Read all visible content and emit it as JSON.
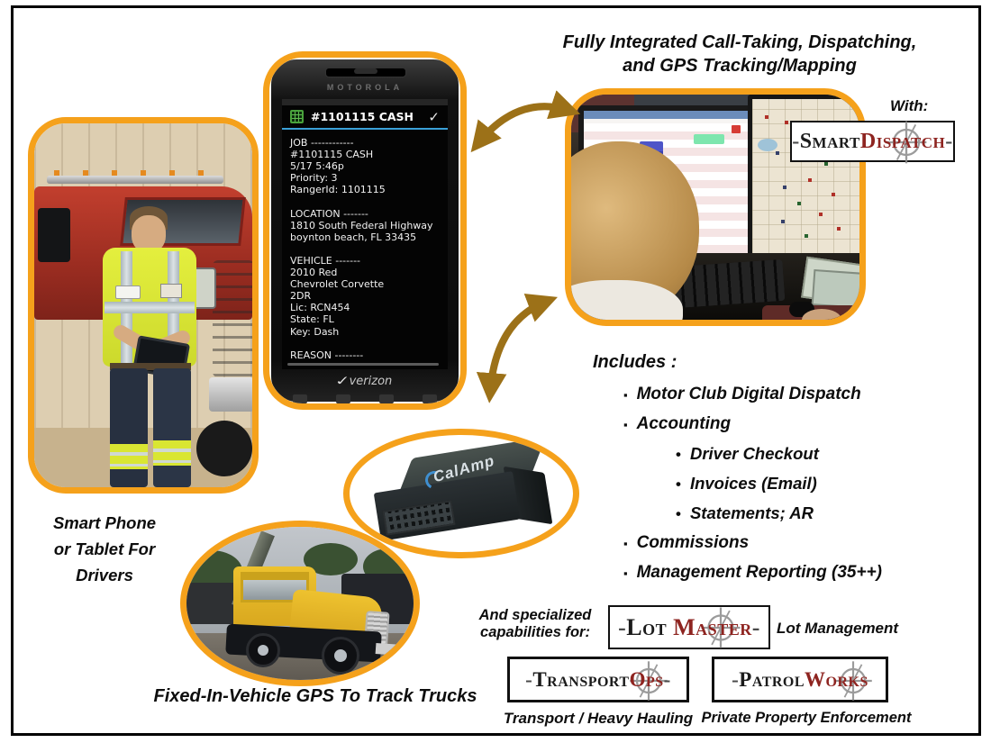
{
  "colors": {
    "accent_orange": "#F5A11B",
    "arrow_gold": "#9C7118",
    "logo_red": "#8E2420",
    "frame_black": "#000000",
    "phone_link_blue": "#3aa0d8"
  },
  "header": {
    "line1": "Fully Integrated Call-Taking, Dispatching,",
    "line2": "and GPS Tracking/Mapping"
  },
  "with_label": "With:",
  "smartdispatch_logo": {
    "prefix": "-",
    "word1": "Smart",
    "word2": "Dispatch",
    "suffix": "-"
  },
  "phone": {
    "brand": "MOTOROLA",
    "title_bar": {
      "title": "#1101115 CASH",
      "check_icon": "✓"
    },
    "screen_lines": [
      "JOB ------------",
      "#1101115 CASH",
      "5/17 5:46p",
      "Priority: 3",
      "RangerId: 1101115",
      "",
      "LOCATION -------",
      "1810 South Federal Highway",
      "boynton beach, FL 33435",
      "",
      "VEHICLE -------",
      "2010 Red",
      "Chevrolet Corvette",
      "2DR",
      "Lic: RCN454",
      "State: FL",
      "Key: Dash",
      "",
      "REASON --------"
    ],
    "carrier": "verizon"
  },
  "device_label": "CalAmp",
  "captions": {
    "smart_phone_line1": "Smart  Phone",
    "smart_phone_line2": "or Tablet For",
    "smart_phone_line3": "Drivers",
    "fixed_gps": "Fixed-In-Vehicle GPS To Track Trucks"
  },
  "includes": {
    "title": "Includes :",
    "items": [
      {
        "bullet": "▪",
        "text": "Motor Club Digital Dispatch",
        "level": 1
      },
      {
        "bullet": "▪",
        "text": "Accounting",
        "level": 1
      },
      {
        "bullet": "•",
        "text": "Driver Checkout",
        "level": 2
      },
      {
        "bullet": "•",
        "text": "Invoices (Email)",
        "level": 2
      },
      {
        "bullet": "•",
        "text": "Statements; AR",
        "level": 2
      },
      {
        "bullet": "▪",
        "text": "Commissions",
        "level": 1
      },
      {
        "bullet": "▪",
        "text": "Management Reporting (35++)",
        "level": 1
      }
    ]
  },
  "specialized": {
    "line1": "And specialized",
    "line2": "capabilities for:"
  },
  "partner_logos": {
    "lotmaster": {
      "prefix": "-",
      "word1": "Lot",
      "word2": "Master",
      "suffix": "-",
      "caption": "Lot Management"
    },
    "transportops": {
      "prefix": "-",
      "word1": "Transport",
      "word2": "Ops",
      "suffix": "-",
      "caption": "Transport / Heavy Hauling"
    },
    "patrolworks": {
      "prefix": "-",
      "word1": "Patrol",
      "word2": "Works",
      "suffix": "",
      "caption": "Private Property Enforcement"
    }
  }
}
